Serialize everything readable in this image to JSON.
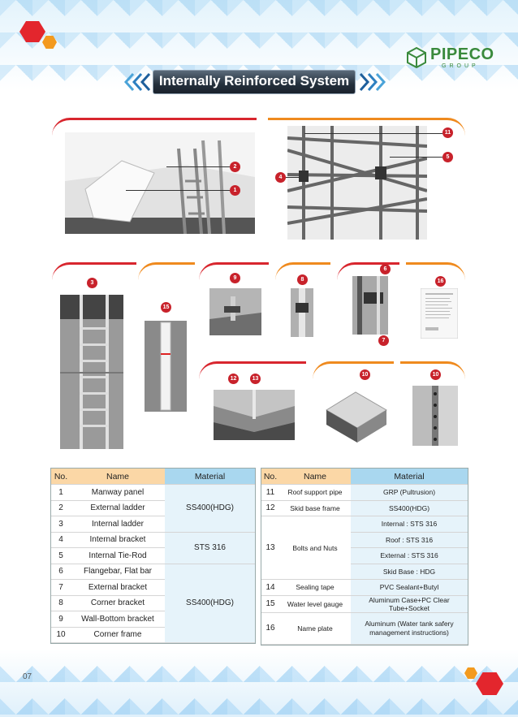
{
  "brand": {
    "name": "PIPECO",
    "sub": "GROUP"
  },
  "banner": {
    "title": "Internally Reinforced System"
  },
  "callouts": {
    "p1_a": "2",
    "p1_b": "1",
    "p2_a": "11",
    "p2_b": "5",
    "p2_c": "4",
    "p3": "3",
    "p4": "15",
    "p5": "9",
    "p6": "8",
    "p7_a": "6",
    "p7_b": "7",
    "p8": "16",
    "p9_a": "12",
    "p9_b": "13",
    "p10": "10",
    "p11": "10"
  },
  "table_left": {
    "headers": [
      "No.",
      "Name",
      "Material"
    ],
    "rows": [
      {
        "no": "1",
        "name": "Manway panel"
      },
      {
        "no": "2",
        "name": "External ladder"
      },
      {
        "no": "3",
        "name": "Internal ladder"
      },
      {
        "no": "4",
        "name": "Internal bracket"
      },
      {
        "no": "5",
        "name": "Internal Tie-Rod"
      },
      {
        "no": "6",
        "name": "Flangebar, Flat bar"
      },
      {
        "no": "7",
        "name": "External bracket"
      },
      {
        "no": "8",
        "name": "Corner bracket"
      },
      {
        "no": "9",
        "name": "Wall-Bottom bracket"
      },
      {
        "no": "10",
        "name": "Corner frame"
      }
    ],
    "materials": {
      "m1": "SS400(HDG)",
      "m2": "STS 316",
      "m3": "SS400(HDG)"
    }
  },
  "table_right": {
    "headers": [
      "No.",
      "Name",
      "Material"
    ],
    "r11": {
      "no": "11",
      "name": "Roof support pipe",
      "material": "GRP (Pultrusion)"
    },
    "r12": {
      "no": "12",
      "name": "Skid base frame",
      "material": "SS400(HDG)"
    },
    "r13": {
      "no": "13",
      "name": "Bolts and Nuts",
      "materials": [
        "Internal : STS 316",
        "Roof : STS 316",
        "External : STS 316",
        "Skid Base : HDG"
      ]
    },
    "r14": {
      "no": "14",
      "name": "Sealing tape",
      "material": "PVC Sealant+Butyl"
    },
    "r15": {
      "no": "15",
      "name": "Water level gauge",
      "material": "Aluminum Case+PC Clear Tube+Socket"
    },
    "r16": {
      "no": "16",
      "name": "Name plate",
      "material": "Aluminum (Water tank safery management instructions)"
    }
  },
  "page_number": "07",
  "colors": {
    "accent_red": "#d8262e",
    "accent_orange": "#ef8a1e",
    "brand_green": "#3a8a3c",
    "header_orange": "#fbd7a6",
    "header_blue": "#a9d7ef"
  }
}
